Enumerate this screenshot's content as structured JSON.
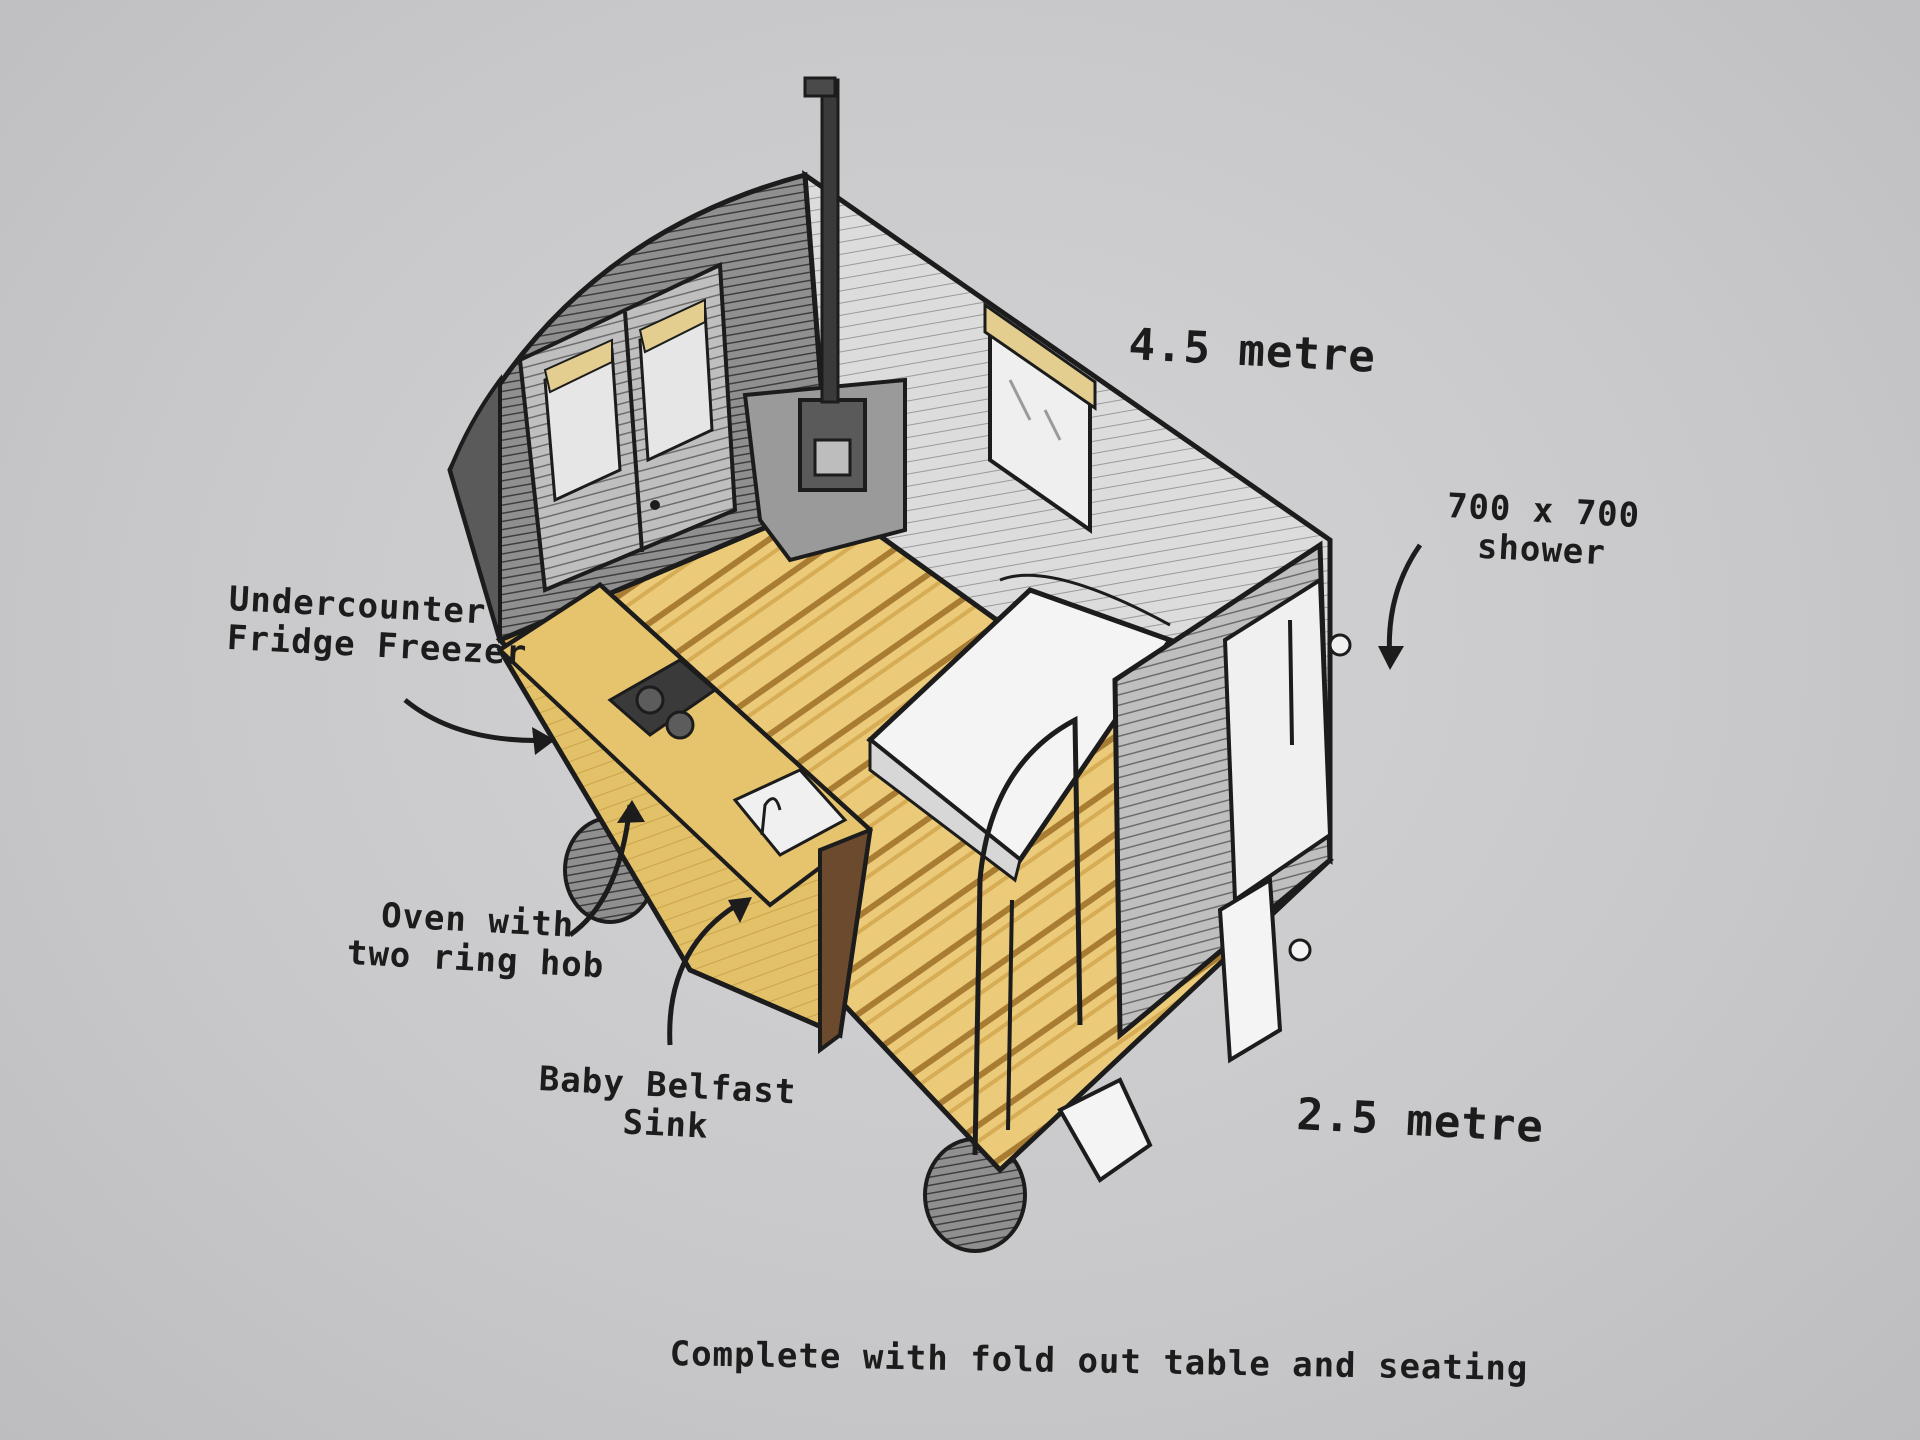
{
  "labels": {
    "length": "4.5 metre",
    "width": "2.5 metre",
    "shower_line1": "700 x 700",
    "shower_line2": "shower",
    "fridge_line1": "Undercounter",
    "fridge_line2": "Fridge Freezer",
    "oven_line1": "Oven with",
    "oven_line2": "two ring hob",
    "sink_line1": "Baby Belfast",
    "sink_line2": "Sink",
    "caption": "Complete with fold out table and seating"
  },
  "colors": {
    "ink": "#1c1c1c",
    "wood_light": "#e9c978",
    "wood_dark": "#c99a3e",
    "wall_grey": "#8a8a8a",
    "bed_white": "#f2f2f2",
    "cabinet_yellow": "#e2c168",
    "cupboard_brown": "#6b4a2e"
  }
}
